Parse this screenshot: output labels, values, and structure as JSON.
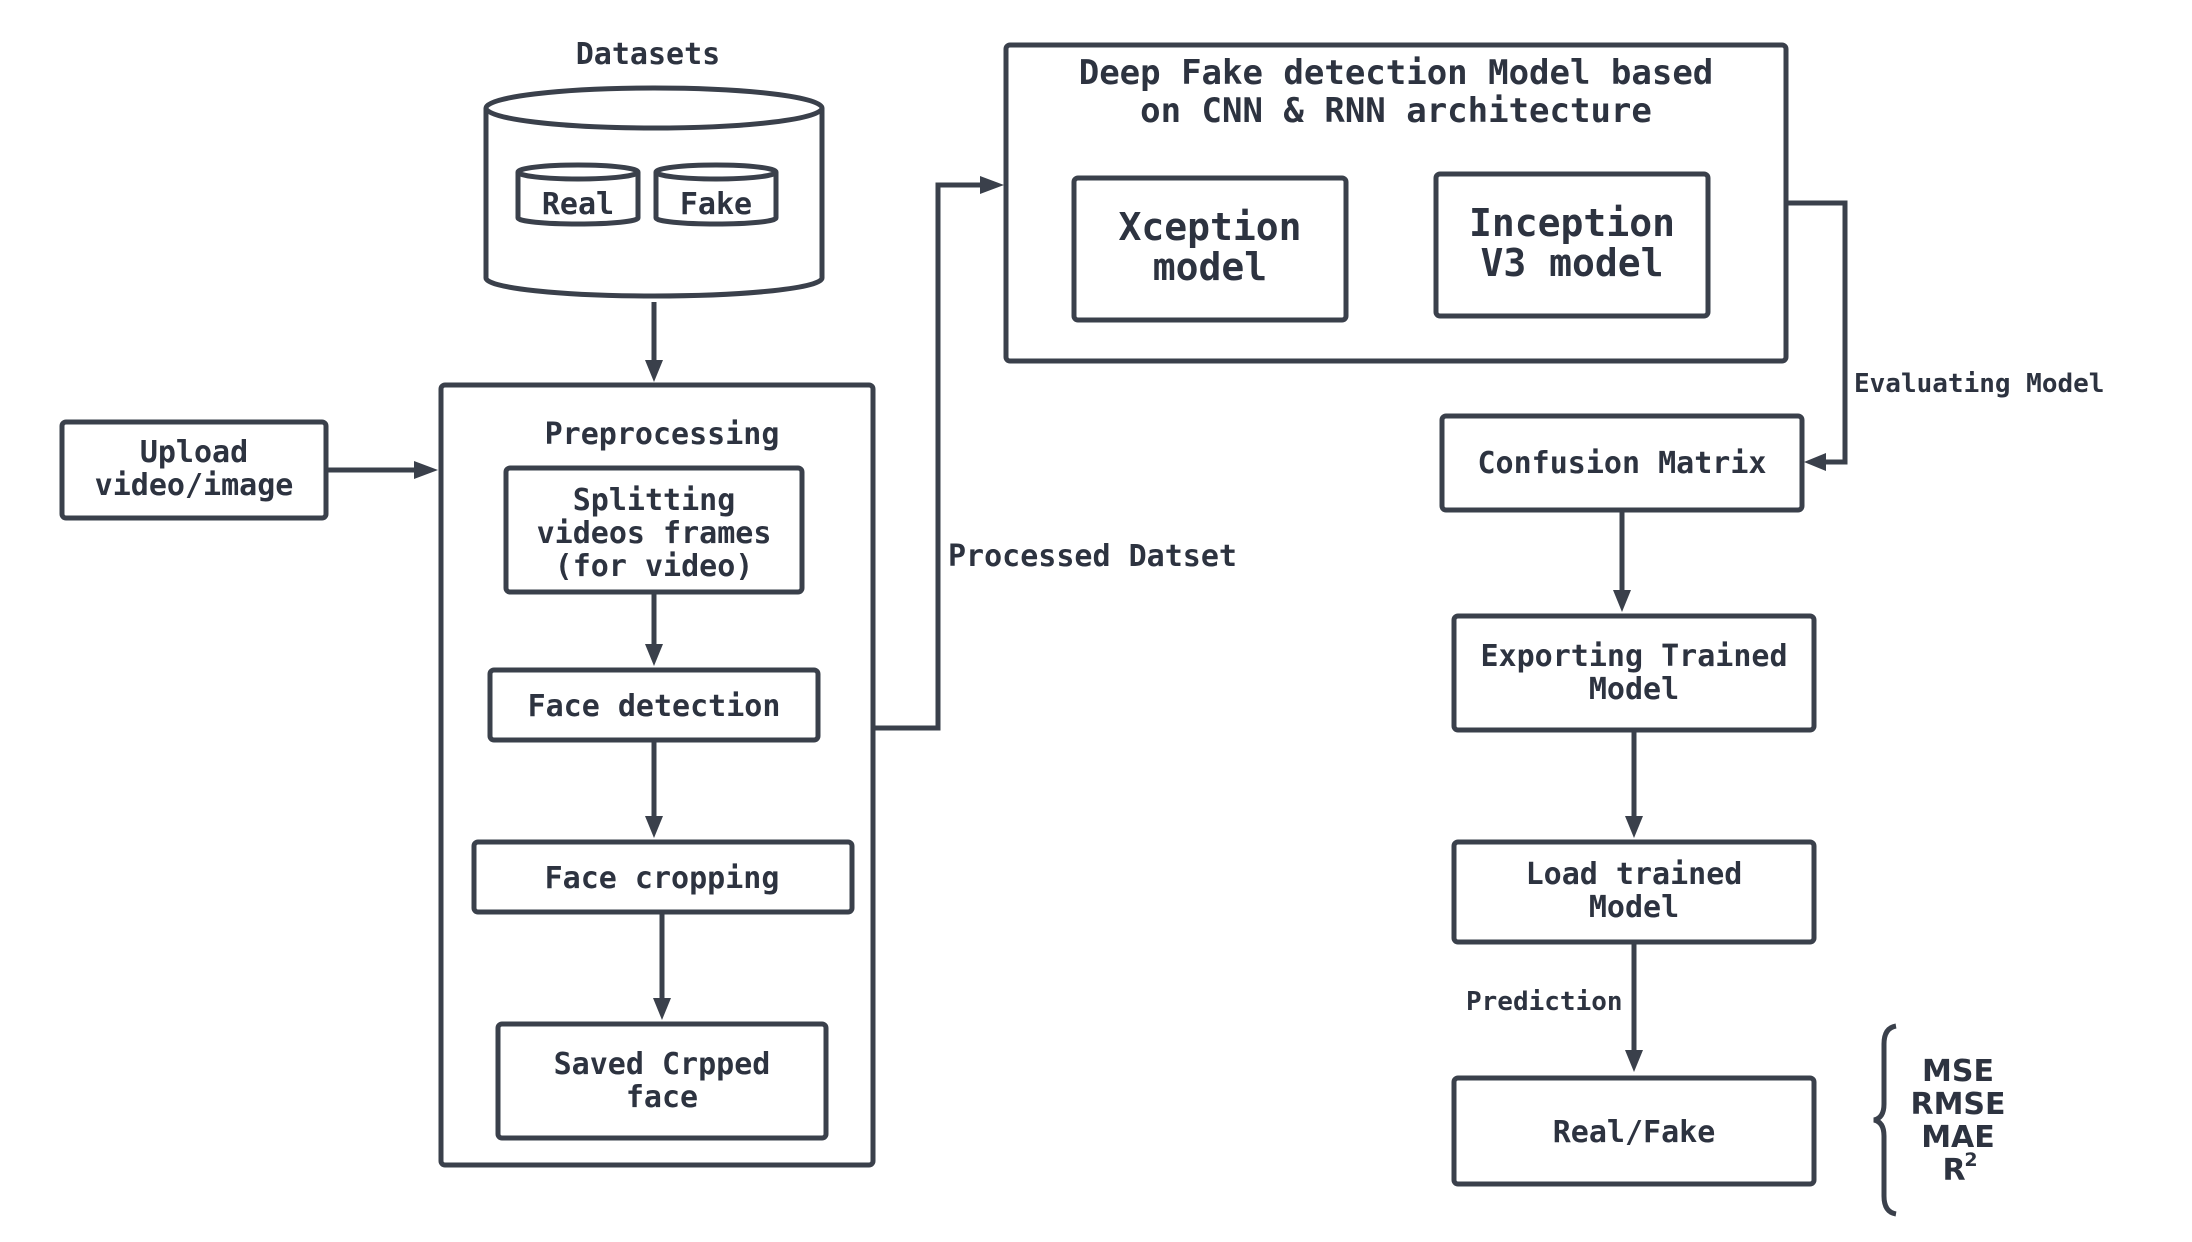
{
  "datasets": {
    "title": "Datasets",
    "real": "Real",
    "fake": "Fake"
  },
  "upload": {
    "line1": "Upload",
    "line2": "video/image"
  },
  "preprocessing": {
    "title": "Preprocessing",
    "splitting": {
      "line1": "Splitting",
      "line2": "videos frames",
      "line3": "(for video)"
    },
    "face_detection": "Face detection",
    "face_cropping": "Face cropping",
    "saved": {
      "line1": "Saved Crpped",
      "line2": "face"
    }
  },
  "processed_label": "Processed Datset",
  "model_group": {
    "title_line1": "Deep Fake detection Model based",
    "title_line2": "on CNN & RNN architecture",
    "xception": {
      "line1": "Xception",
      "line2": "model"
    },
    "inception": {
      "line1": "Inception",
      "line2": "V3 model"
    }
  },
  "evaluating_label": "Evaluating Model",
  "confusion": "Confusion Matrix",
  "exporting": {
    "line1": "Exporting Trained",
    "line2": "Model"
  },
  "load": {
    "line1": "Load trained",
    "line2": "Model"
  },
  "prediction_label": "Prediction",
  "result": "Real/Fake",
  "metrics": {
    "mse": "MSE",
    "rmse": "RMSE",
    "mae": "MAE",
    "r2": "R",
    "r2_sup": "2"
  }
}
